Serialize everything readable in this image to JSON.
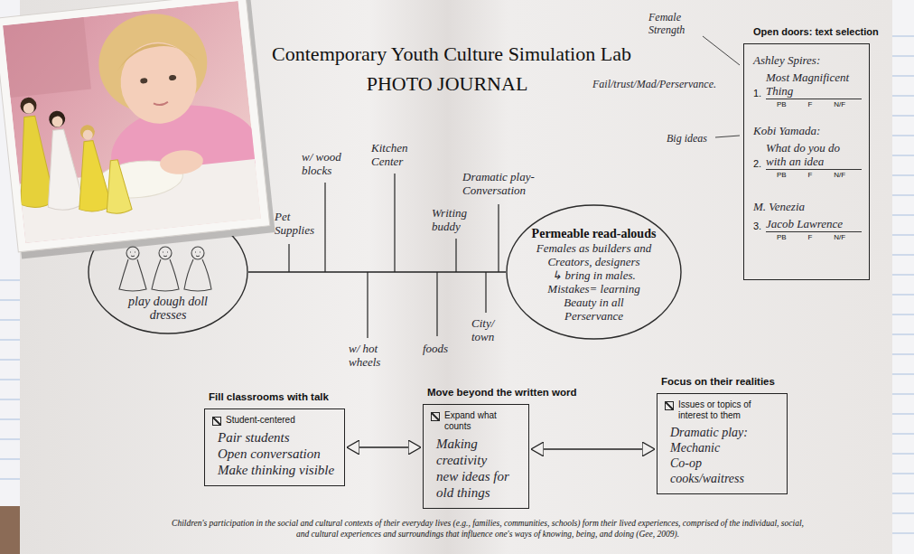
{
  "diagram": {
    "title": "Contemporary Youth Culture Simulation Lab",
    "caption": "Children's participation in the social and cultural contexts of their everyday lives (e.g., families, communities, schools) form their lived experiences, comprised of the individual, social, and cultural experiences and surroundings that influence one's ways of knowing, being, and doing (Gee, 2009).",
    "nodes": [
      {
        "text": [
          "play dough doll dresses"
        ]
      },
      {
        "text": [
          "Permeable read-alouds",
          "Females as builders and Creators, designers",
          "↳ bring in males.",
          "Mistakes= learning",
          "Beauty in all",
          "Perservance"
        ]
      },
      {
        "text": [
          "Open doors: text selection",
          "Ashley Spires:",
          "1.",
          "Most Magnificent Thing",
          "PB",
          "F",
          "N/F",
          "Kobi Yamada:",
          "2.",
          "What do you do with an idea",
          "PB",
          "F",
          "N/F",
          "M. Venezia",
          "3.",
          "Jacob Lawrence",
          "PB",
          "F",
          "N/F"
        ]
      },
      {
        "text": [
          "Fill classrooms with talk",
          "Student-centered",
          "Pair students",
          "Open conversation",
          "Make thinking visible"
        ]
      },
      {
        "text": [
          "Move beyond the written word",
          "Expand what counts",
          "Making",
          "creativity",
          "new ideas for",
          "old things"
        ]
      },
      {
        "text": [
          "Focus on their realities",
          "Issues or topics of interest to them",
          "Dramatic play:",
          "Mechanic",
          "Co-op",
          "cooks/waitress"
        ]
      }
    ],
    "edges": [
      {
        "from": 0,
        "to": 1,
        "arrow": "none"
      },
      {
        "from": 3,
        "to": 4,
        "arrow": "both"
      },
      {
        "from": 4,
        "to": 5,
        "arrow": "both"
      }
    ],
    "labels": [
      "PHOTO JOURNAL",
      "Pet Supplies",
      "w/ wood blocks",
      "Kitchen Center",
      "Writing buddy",
      "Dramatic play- Conversation",
      "w/ hot wheels",
      "foods",
      "City/ town",
      "Female Strength",
      "Fail/trust/Mad/Perservance.",
      "Big ideas"
    ]
  }
}
